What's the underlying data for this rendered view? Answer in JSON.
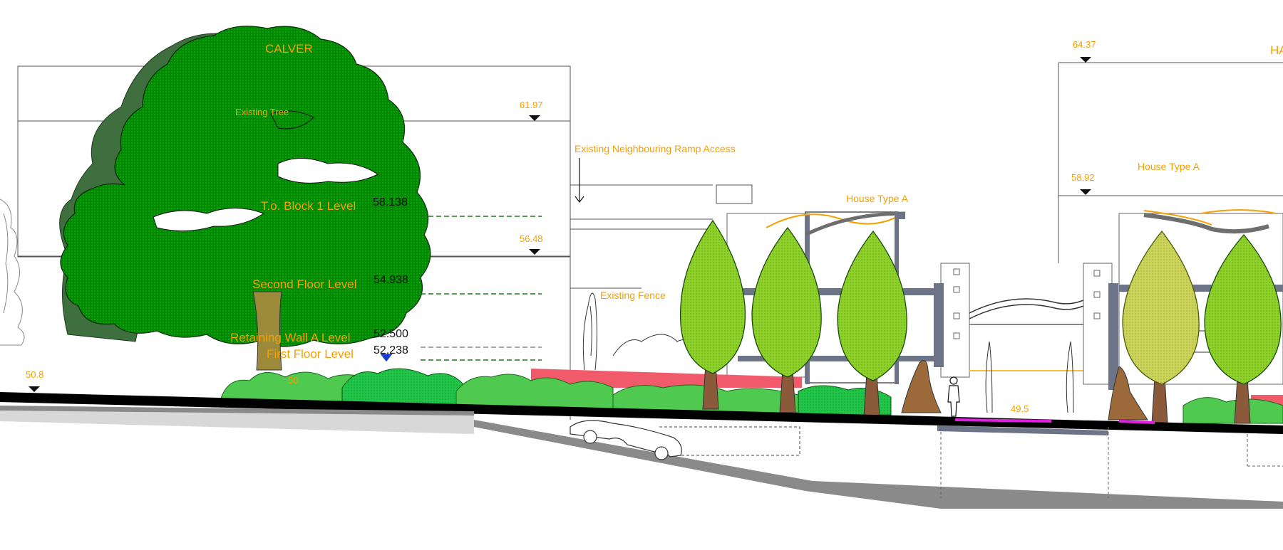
{
  "colors": {
    "annotation": "#f5a000",
    "tree_dark": "#006b00",
    "tree_mid": "#2e6b2e",
    "tree_light": "#7cc21a",
    "tree_pale": "#c8cf4a",
    "shrub": "#4fc94f",
    "shrub_dotted": "#23c24a",
    "fence_red": "#f05a6a",
    "ground": "#000000",
    "ramp": "#7f7f7f",
    "level_line": "#1a7a1a",
    "accent_magenta": "#e020e0"
  },
  "labels": {
    "calver": "CALVER",
    "ha": "HA",
    "existing_tree": "Existing Tree",
    "block_level": "T.o. Block 1 Level",
    "second_floor": "Second Floor Level",
    "retaining_wall": "Retaining Wall A Level",
    "first_floor": "First Floor Level",
    "ramp_access": "Existing Neighbouring Ramp Access",
    "existing_fence": "Existing Fence",
    "house_type_a_1": "House Type A",
    "house_type_a_2": "House Type A"
  },
  "levels": {
    "l1": "61.97",
    "l2": "56.48",
    "l3": "64.37",
    "l4": "58.92",
    "block": "58.138",
    "second": "54.938",
    "retaining": "52.500",
    "first": "52.238",
    "ground_left": "50.8",
    "ground_mid": "49.5",
    "partial": "50"
  }
}
